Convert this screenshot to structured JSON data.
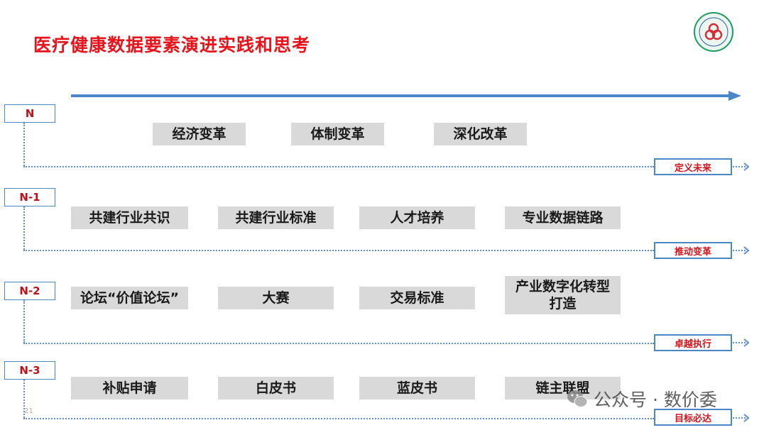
{
  "title": "医疗健康数据要素演进实践和思考",
  "logo": {
    "icon": "association-seal-icon",
    "colors": [
      "#1e9c62",
      "#2d5aa8",
      "#d12f3a"
    ]
  },
  "levels": [
    {
      "label": "N",
      "tag": "定义未来",
      "items": [
        "经济变革",
        "体制变革",
        "深化改革"
      ]
    },
    {
      "label": "N-1",
      "tag": "推动变革",
      "items": [
        "共建行业共识",
        "共建行业标准",
        "人才培养",
        "专业数据链路"
      ]
    },
    {
      "label": "N-2",
      "tag": "卓越执行",
      "items": [
        "论坛“价值论坛”",
        "大赛",
        "交易标准",
        "产业数字化转型打造"
      ]
    },
    {
      "label": "N-3",
      "tag": "目标必达",
      "items": [
        "补贴申请",
        "白皮书",
        "蓝皮书",
        "链主联盟"
      ]
    }
  ],
  "page_number": "21",
  "watermark": {
    "icon": "wechat-icon",
    "text": "公众号 · 数价委"
  },
  "colors": {
    "title": "#e8141b",
    "arrow": "#4a86c8",
    "item_bg": "#d9d9d9",
    "label": "#c0111b"
  }
}
